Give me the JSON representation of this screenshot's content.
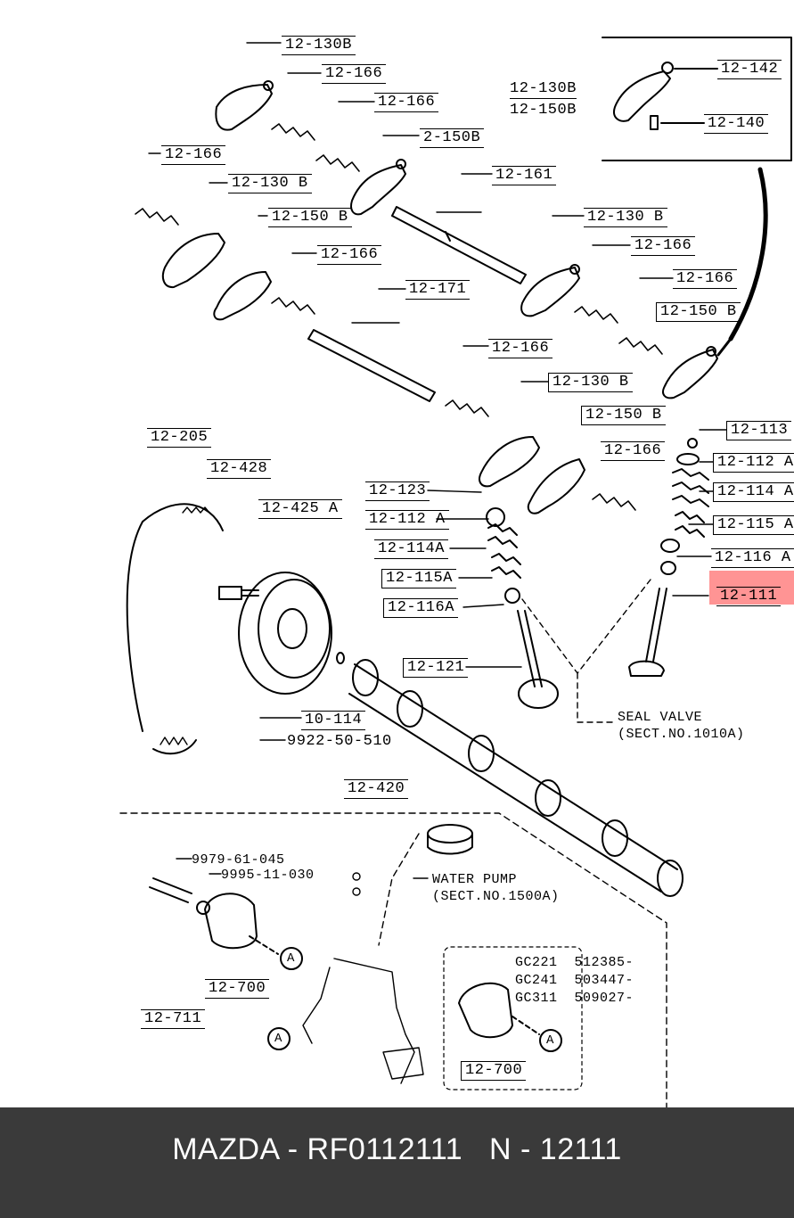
{
  "labels": {
    "l_12_130b_a": "12-130B",
    "l_12_166_a": "12-166",
    "l_12_166_b": "12-166",
    "l_12_150b_a": "2-150B",
    "l_12_166_c": "12-166",
    "l_12_130b_b": "12-130 B",
    "l_12_161": "12-161",
    "l_12_150b_b": "12-150 B",
    "l_12_130b_c": "12-130 B",
    "l_12_166_d": "12-166",
    "l_12_166_e": "12-166",
    "l_12_166_f": "12-166",
    "l_12_171": "12-171",
    "l_12_150b_c": "12-150 B",
    "l_12_166_g": "12-166",
    "l_12_130b_d": "12-130 B",
    "l_12_150b_d": "12-150 B",
    "l_12_166_h": "12-166",
    "inset_130b": "12-130B",
    "inset_150b": "12-150B",
    "l_12_142": "12-142",
    "l_12_140": "12-140",
    "l_12_205": "12-205",
    "l_12_428": "12-428",
    "l_12_425a": "12-425 A",
    "l_12_123": "12-123",
    "l_12_112a_l": "12-112 A",
    "l_12_114a_l": "12-114A",
    "l_12_115a_l": "12-115A",
    "l_12_116a_l": "12-116A",
    "l_12_121": "12-121",
    "l_12_113": "12-113",
    "l_12_112a_r": "12-112 A",
    "l_12_114a_r": "12-114 A",
    "l_12_115a_r": "12-115 A",
    "l_12_116a_r": "12-116 A",
    "l_12_111": "12-111",
    "l_10_114": "10-114",
    "l_9922": "9922-50-510",
    "l_12_420": "12-420",
    "l_9979": "9979-61-045",
    "l_9995": "9995-11-030",
    "l_12_700_a": "12-700",
    "l_12_711": "12-711",
    "l_12_700_b": "12-700",
    "callout_a1": "A",
    "callout_a2": "A",
    "callout_a3": "A"
  },
  "notes": {
    "seal_valve_1": "SEAL VALVE",
    "seal_valve_2": "(SECT.NO.1010A)",
    "water_pump_1": "WATER PUMP",
    "water_pump_2": "(SECT.NO.1500A)",
    "gc_1": "GC221  512385-",
    "gc_2": "GC241  503447-",
    "gc_3": "GC311  509027-"
  },
  "highlight": {
    "part": "12-111",
    "color": "#ff3c3c"
  },
  "footer": {
    "caption": "MAZDA - RF0112111   N - 12111"
  }
}
